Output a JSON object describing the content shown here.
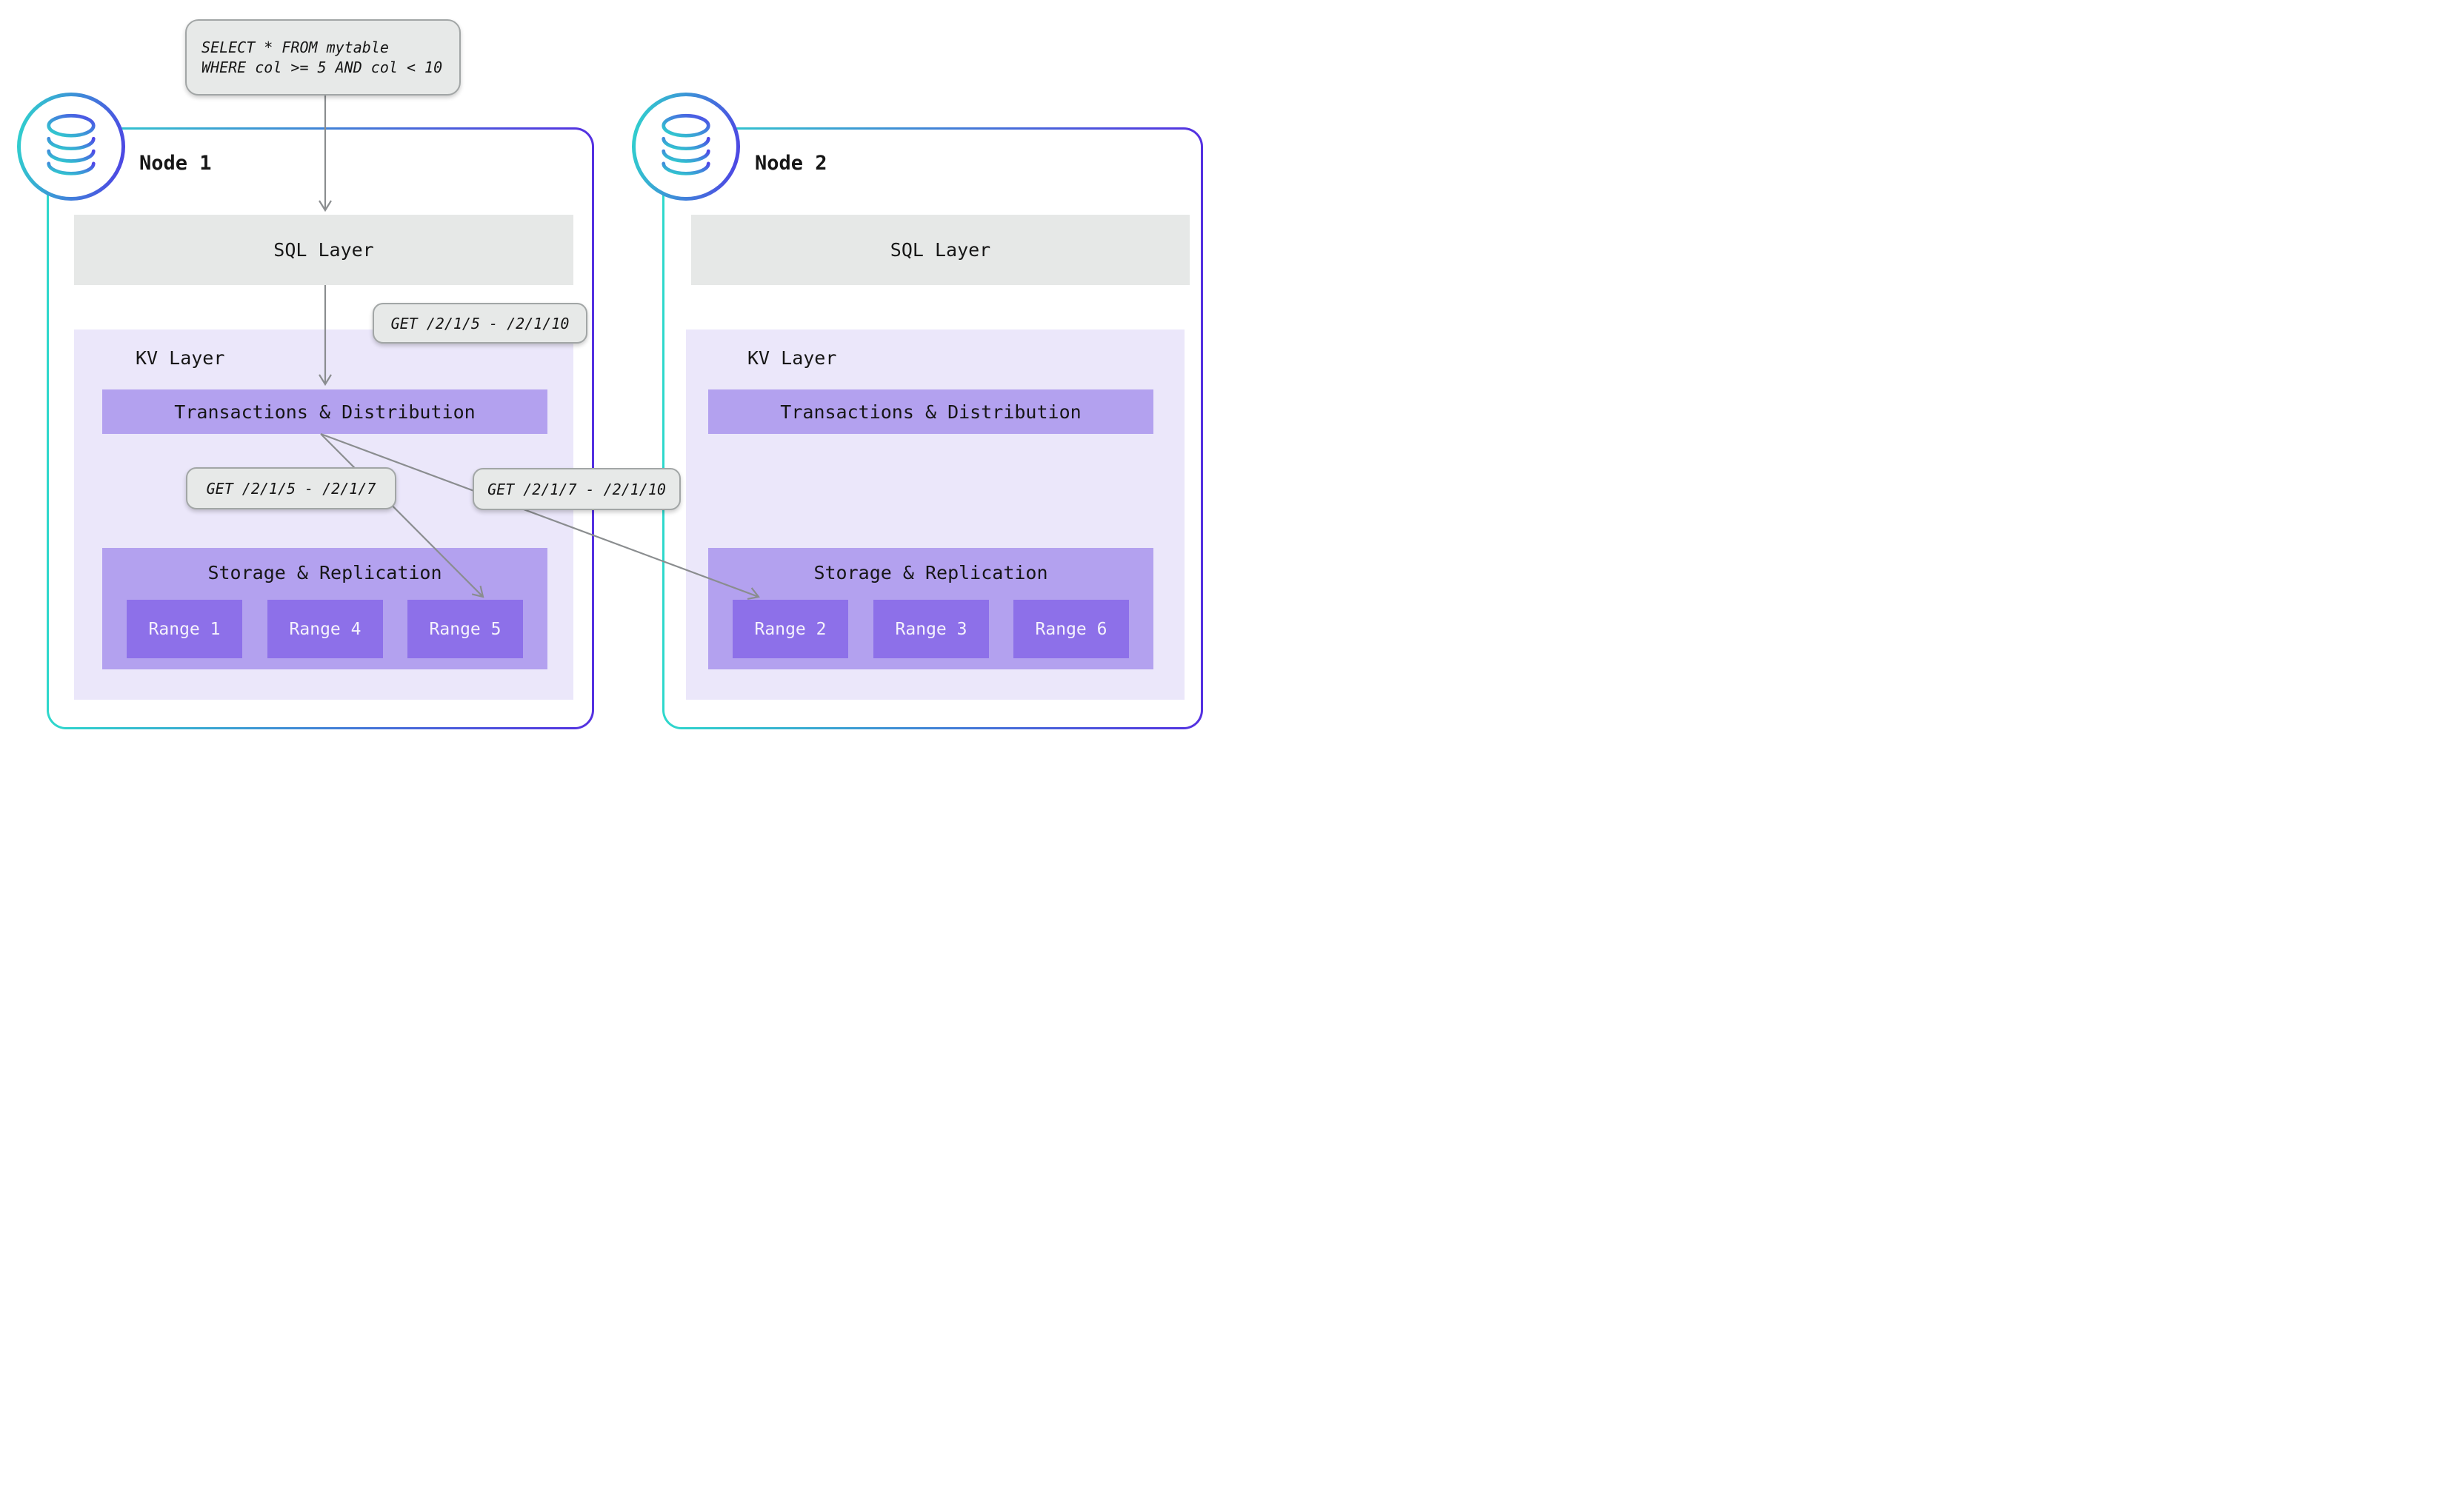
{
  "query_pill": {
    "lines": [
      "SELECT * FROM mytable",
      "WHERE col >= 5 AND col < 10"
    ]
  },
  "request_pills": {
    "full_range": "GET /2/1/5 - /2/1/10",
    "left_split": "GET /2/1/5 - /2/1/7",
    "right_split": "GET /2/1/7 - /2/1/10"
  },
  "nodes": [
    {
      "title": "Node 1",
      "sql_layer_label": "SQL Layer",
      "kv_layer_label": "KV Layer",
      "transactions_label": "Transactions & Distribution",
      "storage_label": "Storage & Replication",
      "ranges": [
        "Range 1",
        "Range 4",
        "Range 5"
      ]
    },
    {
      "title": "Node 2",
      "sql_layer_label": "SQL Layer",
      "kv_layer_label": "KV Layer",
      "transactions_label": "Transactions & Distribution",
      "storage_label": "Storage & Replication",
      "ranges": [
        "Range 2",
        "Range 3",
        "Range 6"
      ]
    }
  ],
  "icons": {
    "node_badge": "database-icon"
  },
  "colors": {
    "node_border_gradient_start": "#2ed8cc",
    "node_border_gradient_end": "#5430e1",
    "pill_bg": "#e7e9e8",
    "pill_border": "#a2a6a6",
    "sql_layer_bg": "#e6e8e7",
    "kv_layer_bg": "#ebe7fa",
    "bar_bg": "#b3a1ef",
    "range_bg": "#8d70e9",
    "range_text": "#f5f2fc",
    "arrow": "#8a8d8f"
  }
}
